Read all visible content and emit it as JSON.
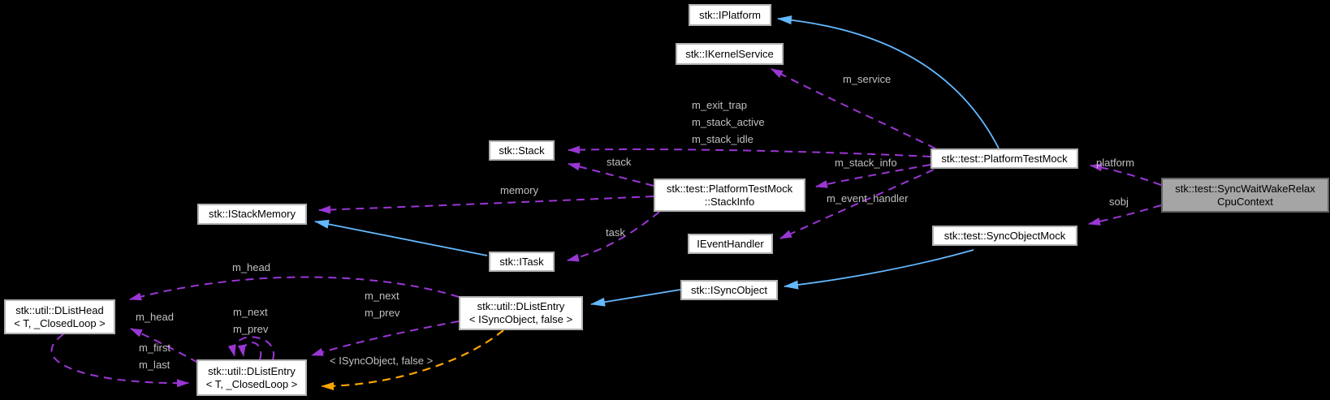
{
  "diagram": {
    "title": "collaboration-graph",
    "nodes": {
      "iplatform": {
        "label": "stk::IPlatform"
      },
      "ikernelservice": {
        "label": "stk::IKernelService"
      },
      "stack": {
        "label": "stk::Stack"
      },
      "stackinfo": {
        "label": "stk::test::PlatformTestMock\n::StackInfo"
      },
      "istackmemory": {
        "label": "stk::IStackMemory"
      },
      "itask": {
        "label": "stk::ITask"
      },
      "ieventhandler": {
        "label": "IEventHandler"
      },
      "isyncobject": {
        "label": "stk::ISyncObject"
      },
      "platformtestmock": {
        "label": "stk::test::PlatformTestMock"
      },
      "syncobjectmock": {
        "label": "stk::test::SyncObjectMock"
      },
      "syncwaitwakerelax": {
        "label": "stk::test::SyncWaitWakeRelax\nCpuContext",
        "current": true
      },
      "dlisthead_t": {
        "label": "stk::util::DListHead\n< T, _ClosedLoop >"
      },
      "dlistentry_iso": {
        "label": "stk::util::DListEntry\n< ISyncObject, false >"
      },
      "dlistentry_t": {
        "label": "stk::util::DListEntry\n< T, _ClosedLoop >"
      }
    },
    "edge_labels": {
      "m_service": "m_service",
      "m_exit_trap": "m_exit_trap",
      "m_stack_active": "m_stack_active",
      "m_stack_idle": "m_stack_idle",
      "m_stack_info": "m_stack_info",
      "m_event_handler": "m_event_handler",
      "stack": "stack",
      "memory": "memory",
      "task": "task",
      "platform": "platform",
      "sobj": "sobj",
      "m_head": "m_head",
      "m_next": "m_next",
      "m_prev": "m_prev",
      "m_first": "m_first",
      "m_last": "m_last",
      "template_args": "< ISyncObject, false >"
    },
    "colors": {
      "background": "#000000",
      "member_edge": "#9a36d4",
      "inheritance_edge": "#63b8ff",
      "template_edge": "#ffa500",
      "node_fill": "#ffffff",
      "node_border": "#b2b2b2",
      "node_text": "#000000",
      "current_node_fill": "#a5a5a5",
      "current_node_border": "#636363",
      "edge_label_text": "#c0c0c0"
    }
  }
}
